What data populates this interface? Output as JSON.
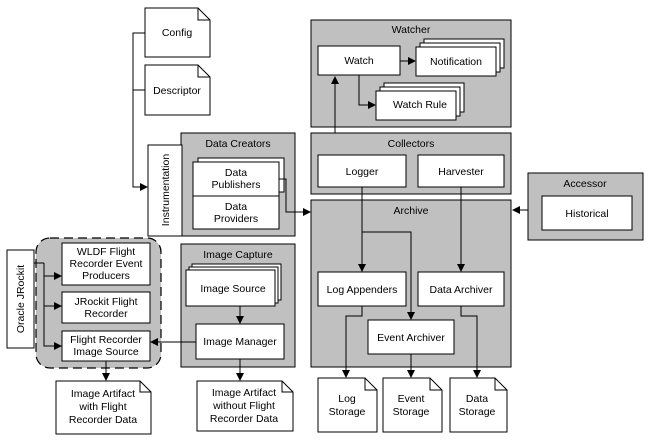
{
  "config": "Config",
  "descriptor": "Descriptor",
  "watcher": {
    "title": "Watcher",
    "watch": "Watch",
    "notification": "Notification",
    "watch_rule": "Watch Rule"
  },
  "collectors": {
    "title": "Collectors",
    "logger": "Logger",
    "harvester": "Harvester"
  },
  "accessor": {
    "title": "Accessor",
    "historical": "Historical"
  },
  "archive": {
    "title": "Archive",
    "log_appenders": "Log Appenders",
    "data_archiver": "Data Archiver",
    "event_archiver": "Event Archiver"
  },
  "data_creators": {
    "title": "Data Creators",
    "instrumentation": "Instrumentation",
    "data_publishers": [
      "Data",
      "Publishers"
    ],
    "data_providers": [
      "Data",
      "Providers"
    ]
  },
  "image_capture": {
    "title": "Image Capture",
    "image_source": "Image Source",
    "image_manager": "Image Manager"
  },
  "jrockit": {
    "title": "Oracle JRockit",
    "wldf_producers": [
      "WLDF Flight",
      "Recorder Event",
      "Producers"
    ],
    "flight_recorder": [
      "JRockit Flight",
      "Recorder"
    ],
    "recorder_image_source": [
      "Flight Recorder",
      "Image Source"
    ]
  },
  "artifacts": {
    "with_data": [
      "Image Artifact",
      "with Flight",
      "Recorder Data"
    ],
    "without_data": [
      "Image Artifact",
      "without Flight",
      "Recorder Data"
    ]
  },
  "storage": {
    "log": [
      "Log",
      "Storage"
    ],
    "event": [
      "Event",
      "Storage"
    ],
    "data": [
      "Data",
      "Storage"
    ]
  }
}
